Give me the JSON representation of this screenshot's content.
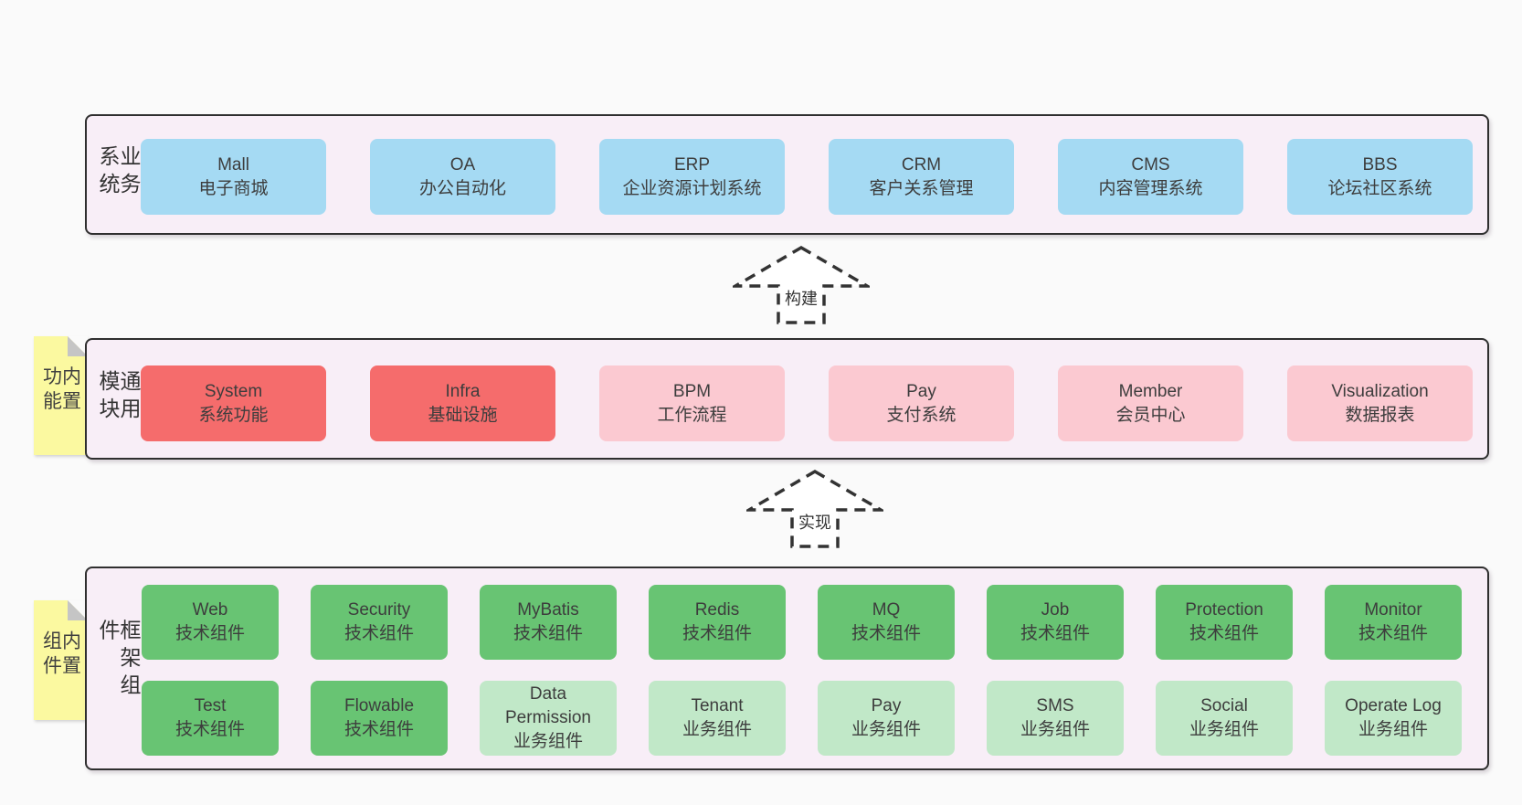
{
  "colors": {
    "page_bg": "#fafafa",
    "panel_bg": "#f8eef7",
    "panel_border": "#2f2f2f",
    "blue_box": "#a5daf3",
    "red_box": "#f56c6c",
    "pink_box": "#fbc9d1",
    "green_box": "#68c473",
    "light_green_box": "#c1e8c8",
    "note_bg": "#fbf9a0",
    "note_fold": "#c5c5c5",
    "text": "#3d3d3d"
  },
  "business": {
    "label": "业务系统",
    "boxes": [
      {
        "en": "Mall",
        "zh": "电子商城"
      },
      {
        "en": "OA",
        "zh": "办公自动化"
      },
      {
        "en": "ERP",
        "zh": "企业资源计划系统"
      },
      {
        "en": "CRM",
        "zh": "客户关系管理"
      },
      {
        "en": "CMS",
        "zh": "内容管理系统"
      },
      {
        "en": "BBS",
        "zh": "论坛社区系统"
      }
    ]
  },
  "modules": {
    "label": "通用模块",
    "note": "内置功能",
    "boxes": [
      {
        "en": "System",
        "zh": "系统功能"
      },
      {
        "en": "Infra",
        "zh": "基础设施"
      },
      {
        "en": "BPM",
        "zh": "工作流程"
      },
      {
        "en": "Pay",
        "zh": "支付系统"
      },
      {
        "en": "Member",
        "zh": "会员中心"
      },
      {
        "en": "Visualization",
        "zh": "数据报表"
      }
    ]
  },
  "framework": {
    "label": "框架组件",
    "note": "内置组件",
    "row1": [
      {
        "en": "Web",
        "zh": "技术组件"
      },
      {
        "en": "Security",
        "zh": "技术组件"
      },
      {
        "en": "MyBatis",
        "zh": "技术组件"
      },
      {
        "en": "Redis",
        "zh": "技术组件"
      },
      {
        "en": "MQ",
        "zh": "技术组件"
      },
      {
        "en": "Job",
        "zh": "技术组件"
      },
      {
        "en": "Protection",
        "zh": "技术组件"
      },
      {
        "en": "Monitor",
        "zh": "技术组件"
      }
    ],
    "row2": [
      {
        "en": "Test",
        "zh": "技术组件"
      },
      {
        "en": "Flowable",
        "zh": "技术组件"
      },
      {
        "en": "Data Permission",
        "zh": "业务组件"
      },
      {
        "en": "Tenant",
        "zh": "业务组件"
      },
      {
        "en": "Pay",
        "zh": "业务组件"
      },
      {
        "en": "SMS",
        "zh": "业务组件"
      },
      {
        "en": "Social",
        "zh": "业务组件"
      },
      {
        "en": "Operate Log",
        "zh": "业务组件"
      }
    ]
  },
  "arrows": {
    "build": "构建",
    "implement": "实现"
  }
}
